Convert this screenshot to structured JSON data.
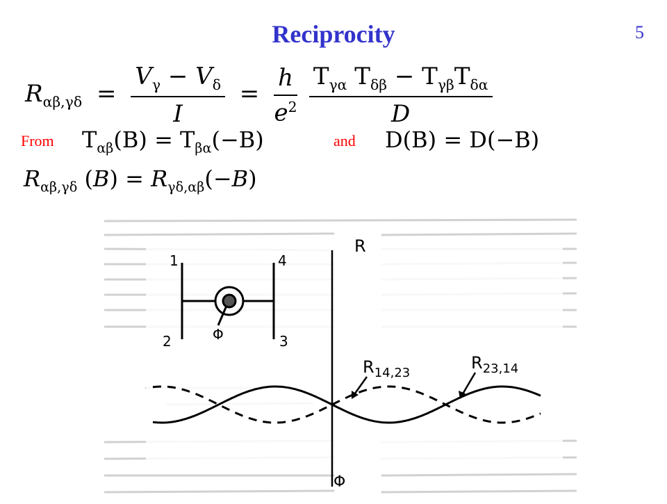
{
  "slide": {
    "title": "Reciprocity",
    "page_number": "5"
  },
  "equation1": {
    "lhs_symbol": "R",
    "lhs_sub": "αβ,γδ",
    "eq": "=",
    "frac1_num_a": "V",
    "frac1_num_a_sub": "γ",
    "frac1_num_minus": "−",
    "frac1_num_b": "V",
    "frac1_num_b_sub": "δ",
    "frac1_den": "I",
    "eq2": "=",
    "frac2_num": "h",
    "frac2_den": "e",
    "frac2_den_sup": "2",
    "frac3_num": "T<sub>γα</sub> T<sub>δβ</sub> − T<sub>γβ</sub>T<sub>δα</sub>",
    "frac3_den": "D"
  },
  "equation2": {
    "from_label": "From",
    "t_expr": "T<sub>αβ</sub>(B) = T<sub>βα</sub>(−B)",
    "and_label": "and",
    "d_expr": "D(B) = D(−B)"
  },
  "equation3": {
    "expr": "<span class=\"script\">R</span><sub>αβ,γδ</sub> (<span class=\"script\">B</span>) = <span class=\"script\">R</span><sub>γδ,αβ</sub>(−<span class=\"script\">B</span>)"
  },
  "figure": {
    "axis_y_label": "R",
    "axis_x_label": "Φ",
    "terminal_labels": [
      "1",
      "4",
      "2",
      "3"
    ],
    "flux_label": "Φ",
    "curve_label_1": "R",
    "curve_label_1_sub": "14,23",
    "curve_label_2": "R",
    "curve_label_2_sub": "23,14"
  },
  "colors": {
    "title": "#3333cc",
    "highlight": "#ff0000",
    "text": "#000000"
  }
}
